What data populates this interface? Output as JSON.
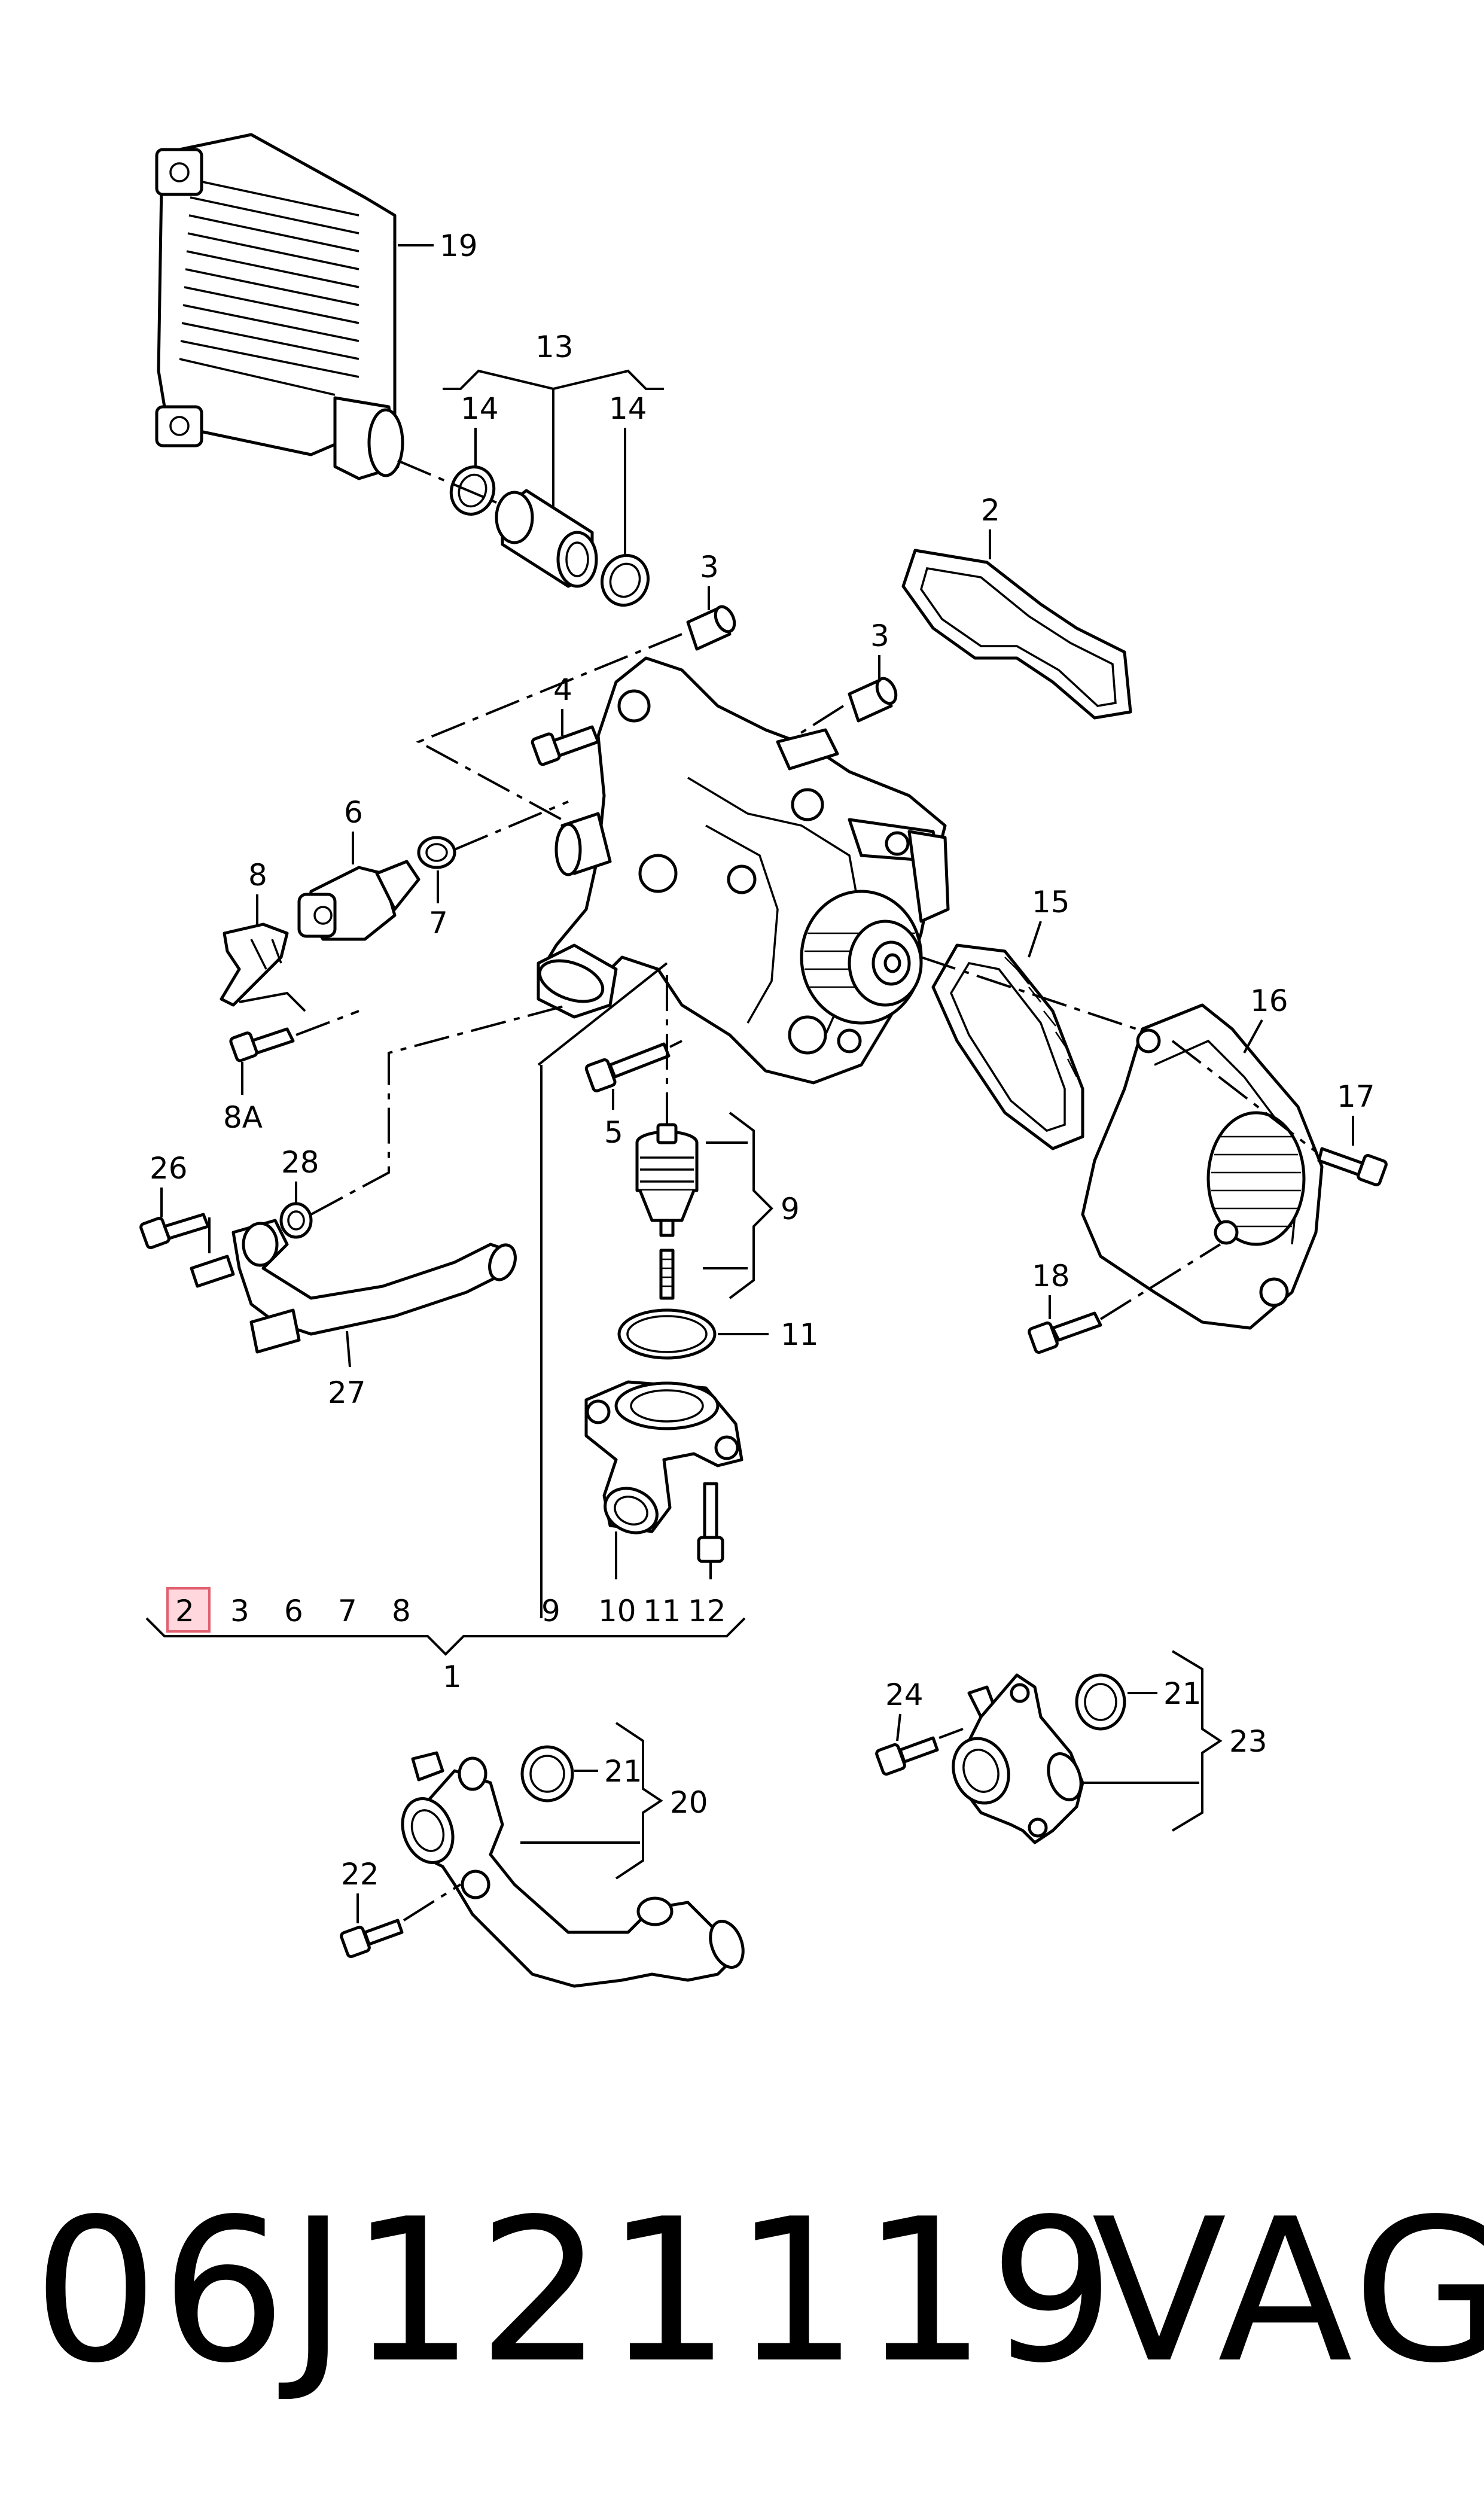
{
  "footer": {
    "part_number": "06J121119",
    "brand": "VAG"
  },
  "highlight": {
    "callout": "2",
    "color": "#e06070"
  },
  "callouts": {
    "c19": "19",
    "c13": "13",
    "c14a": "14",
    "c14b": "14",
    "c2": "2",
    "c3a": "3",
    "c3b": "3",
    "c4": "4",
    "c6": "6",
    "c7": "7",
    "c8": "8",
    "c8a": "8A",
    "c15": "15",
    "c16": "16",
    "c17": "17",
    "c5": "5",
    "c9": "9",
    "c26": "26",
    "c28": "28",
    "c11": "11",
    "c27": "27",
    "c18": "18",
    "c10": "10",
    "c12": "12",
    "c21a": "21",
    "c21b": "21",
    "c20": "20",
    "c22": "22",
    "c24": "24",
    "c23": "23",
    "c1": "1"
  },
  "kit_list": {
    "items": [
      "2",
      "3",
      "6",
      "7",
      "8",
      "9",
      "10",
      "11",
      "12"
    ],
    "total": "1"
  }
}
